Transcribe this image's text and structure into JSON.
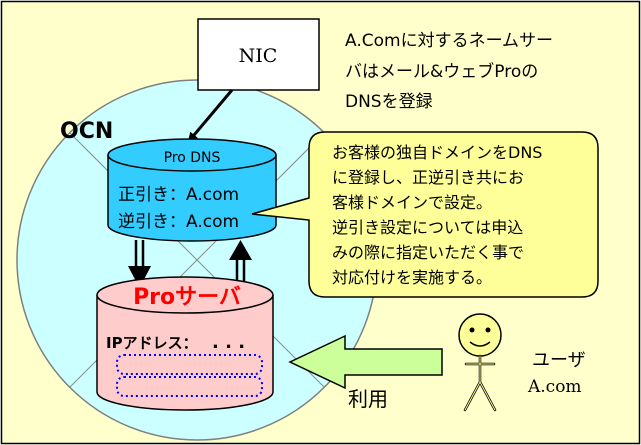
{
  "nic_label": "NIC",
  "nameserver_note": [
    "A.Comに対するネームサー",
    "バはメール&ウェブProの",
    "DNSを登録"
  ],
  "network_label": "OCN",
  "dns_server": {
    "title": "Pro DNS",
    "forward": "正引き：A.com",
    "reverse": "逆引き：A.com"
  },
  "callout_lines": [
    "お客様の独自ドメインをDNS",
    "に登録し、正逆引き共にお",
    "客様ドメインで設定。",
    "逆引き設定については申込",
    "みの際に指定いただく事で",
    "対応付けを実施する。"
  ],
  "pro_server": {
    "title": "Proサーバ",
    "ip_label": "IPアドレス：",
    "ip_dots": ". . ."
  },
  "user": {
    "label": "ユーザ",
    "domain": "A.com"
  },
  "usage_label": "利用",
  "colors": {
    "background": "#FFFFCC",
    "network_circle": "#CCFFFF",
    "dns_cylinder": "#33CCFF",
    "pro_cylinder": "#FFCCCC",
    "callout": "#FFFF99",
    "usage_arrow": "#CCFF99",
    "user_figure": "#FFFF99",
    "pro_title": "#FF0000",
    "dotted_slots": "#0000FF"
  }
}
